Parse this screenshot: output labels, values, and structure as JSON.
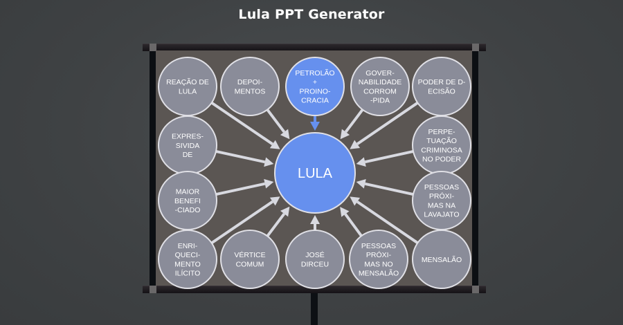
{
  "header": {
    "title": "Lula PPT Generator"
  },
  "diagram": {
    "center": {
      "id": "lula",
      "label": [
        "LULA"
      ],
      "color": "#6690ee"
    },
    "colors": {
      "node_fill": "#8a8c99",
      "node_stroke": "#e0e0e6",
      "highlight_fill": "#6690ee",
      "arrow": "#d8d9e0",
      "highlight_arrow": "#6690ee",
      "screen_bg": "#5b5653"
    },
    "nodes": [
      {
        "id": "reacao-de-lula",
        "label": [
          "REAÇÃO DE",
          "LULA"
        ],
        "highlight": false
      },
      {
        "id": "depoimentos",
        "label": [
          "DEPOI-",
          "MENTOS"
        ],
        "highlight": false
      },
      {
        "id": "petrolao-proinocracia",
        "label": [
          "PETROLÃO",
          "+",
          "PROINO-",
          "CRACIA"
        ],
        "highlight": true
      },
      {
        "id": "governabilidade-corrompida",
        "label": [
          "GOVER-",
          "NABILIDADE",
          "CORROM",
          "-PIDA"
        ],
        "highlight": false
      },
      {
        "id": "poder-de-decisao",
        "label": [
          "PODER DE D-",
          "ECISÃO"
        ],
        "highlight": false
      },
      {
        "id": "expressividade",
        "label": [
          "EXPRES-",
          "SIVIDA",
          "DE"
        ],
        "highlight": false
      },
      {
        "id": "perpetuacao-criminosa",
        "label": [
          "PERPE-",
          "TUAÇÃO",
          "CRIMINOSA",
          "NO PODER"
        ],
        "highlight": false
      },
      {
        "id": "maior-beneficiado",
        "label": [
          "MAIOR",
          "BENEFI",
          "-CIADO"
        ],
        "highlight": false
      },
      {
        "id": "pessoas-proximas-lavajato",
        "label": [
          "PESSOAS",
          "PRÓXI-",
          "MAS NA",
          "LAVAJATO"
        ],
        "highlight": false
      },
      {
        "id": "enriquecimento-ilicito",
        "label": [
          "ENRI-",
          "QUECI-",
          "MENTO",
          "ILÍCITO"
        ],
        "highlight": false
      },
      {
        "id": "vertice-comum",
        "label": [
          "VÉRTICE",
          "COMUM"
        ],
        "highlight": false
      },
      {
        "id": "jose-dirceu",
        "label": [
          "JOSÉ",
          "DIRCEU"
        ],
        "highlight": false
      },
      {
        "id": "pessoas-proximas-mensalao",
        "label": [
          "PESSOAS",
          "PRÓXI-",
          "MAS NO",
          "MENSALÃO"
        ],
        "highlight": false
      },
      {
        "id": "mensalao",
        "label": [
          "MENSALÃO"
        ],
        "highlight": false
      }
    ],
    "edges": [
      {
        "from": "reacao-de-lula",
        "to": "lula"
      },
      {
        "from": "depoimentos",
        "to": "lula"
      },
      {
        "from": "petrolao-proinocracia",
        "to": "lula"
      },
      {
        "from": "governabilidade-corrompida",
        "to": "lula"
      },
      {
        "from": "poder-de-decisao",
        "to": "lula"
      },
      {
        "from": "expressividade",
        "to": "lula"
      },
      {
        "from": "perpetuacao-criminosa",
        "to": "lula"
      },
      {
        "from": "maior-beneficiado",
        "to": "lula"
      },
      {
        "from": "pessoas-proximas-lavajato",
        "to": "lula"
      },
      {
        "from": "enriquecimento-ilicito",
        "to": "lula"
      },
      {
        "from": "vertice-comum",
        "to": "lula"
      },
      {
        "from": "jose-dirceu",
        "to": "lula"
      },
      {
        "from": "pessoas-proximas-mensalao",
        "to": "lula"
      },
      {
        "from": "mensalao",
        "to": "lula"
      }
    ]
  }
}
